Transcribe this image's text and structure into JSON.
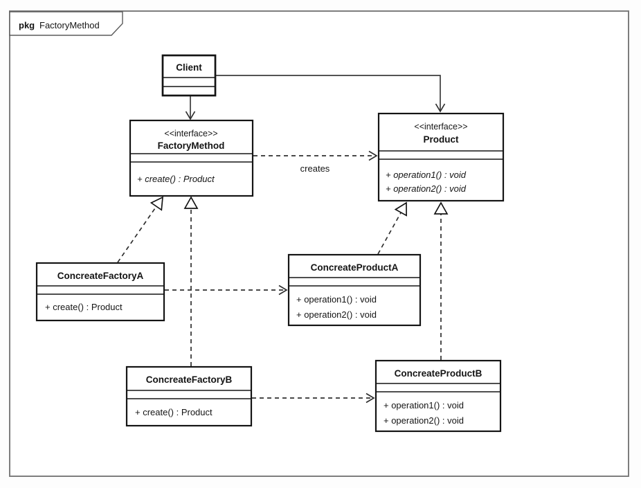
{
  "frame": {
    "keyword": "pkg",
    "name": "FactoryMethod"
  },
  "classes": {
    "client": {
      "name": "Client",
      "operations": []
    },
    "factory_method": {
      "stereotype": "<<interface>>",
      "name": "FactoryMethod",
      "operations": [
        "+ create() : Product"
      ]
    },
    "product": {
      "stereotype": "<<interface>>",
      "name": "Product",
      "operations": [
        "+ operation1() : void",
        "+ operation2() : void"
      ]
    },
    "concreate_factory_a": {
      "name": "ConcreateFactoryA",
      "operations": [
        "+ create() : Product"
      ]
    },
    "concreate_product_a": {
      "name": "ConcreateProductA",
      "operations": [
        "+ operation1() : void",
        "+ operation2() : void"
      ]
    },
    "concreate_factory_b": {
      "name": "ConcreateFactoryB",
      "operations": [
        "+ create() : Product"
      ]
    },
    "concreate_product_b": {
      "name": "ConcreateProductB",
      "operations": [
        "+ operation1() : void",
        "+ operation2() : void"
      ]
    }
  },
  "relations": {
    "creates_label": "creates",
    "edges": [
      {
        "from": "Client",
        "to": "FactoryMethod",
        "type": "association-arrow"
      },
      {
        "from": "Client",
        "to": "Product",
        "type": "association-arrow"
      },
      {
        "from": "FactoryMethod",
        "to": "Product",
        "type": "dependency",
        "label": "creates"
      },
      {
        "from": "ConcreateFactoryA",
        "to": "FactoryMethod",
        "type": "realization"
      },
      {
        "from": "ConcreateFactoryB",
        "to": "FactoryMethod",
        "type": "realization"
      },
      {
        "from": "ConcreateProductA",
        "to": "Product",
        "type": "realization"
      },
      {
        "from": "ConcreateProductB",
        "to": "Product",
        "type": "realization"
      },
      {
        "from": "ConcreateFactoryA",
        "to": "ConcreateProductA",
        "type": "dependency"
      },
      {
        "from": "ConcreateFactoryB",
        "to": "ConcreateProductB",
        "type": "dependency"
      }
    ]
  },
  "colors": {
    "box_border": "#141414",
    "frame_border": "#7d7d7d",
    "line": "#2e2e2e",
    "background": "#fdfdfd"
  }
}
